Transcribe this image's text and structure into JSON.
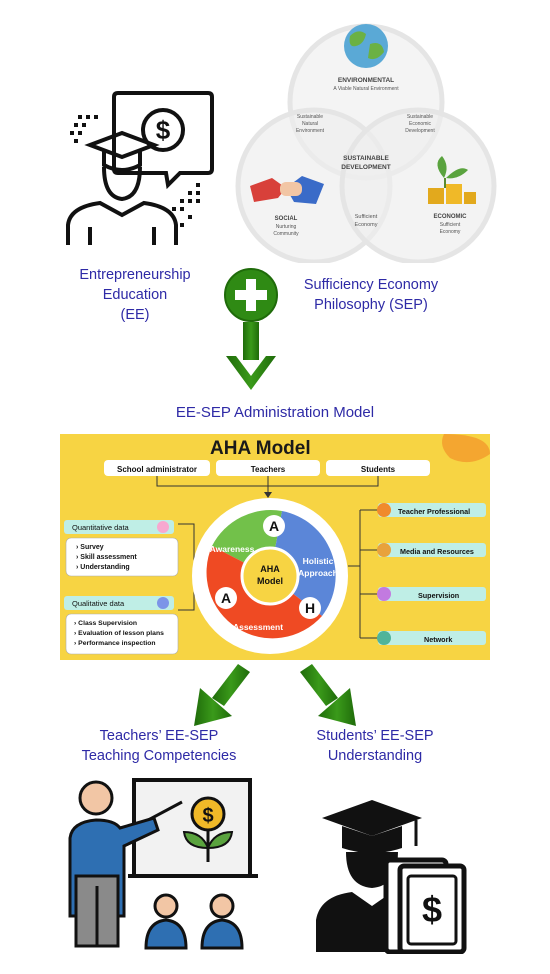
{
  "ee": {
    "label_line1": "Entrepreneurship",
    "label_line2": "Education",
    "label_line3": "(EE)"
  },
  "sep": {
    "label_line1": "Sufficiency Economy",
    "label_line2": "Philosophy (SEP)",
    "venn": {
      "environmental_title": "ENVIRONMENTAL",
      "environmental_sub": "A Viable Natural Environment",
      "social_title": "SOCIAL",
      "social_sub1": "Nurturing",
      "social_sub2": "Community",
      "economic_title": "ECONOMIC",
      "economic_sub1": "Sufficient",
      "economic_sub2": "Economy",
      "overlap_env_social_1": "Sustainable",
      "overlap_env_social_2": "Natural",
      "overlap_env_social_3": "Environment",
      "overlap_env_econ_1": "Sustainable",
      "overlap_env_econ_2": "Economic",
      "overlap_env_econ_3": "Development",
      "overlap_social_econ_1": "Sufficient",
      "overlap_social_econ_2": "Economy",
      "center_1": "SUSTAINABLE",
      "center_2": "DEVELOPMENT"
    }
  },
  "model_title": "EE-SEP Administration Model",
  "aha": {
    "title": "AHA Model",
    "stakeholders": [
      "School administrator",
      "Teachers",
      "Students"
    ],
    "quantitative_label": "Quantitative data",
    "quantitative_items": [
      "Survey",
      "Skill assessment",
      "Understanding"
    ],
    "qualitative_label": "Qualitative data",
    "qualitative_items": [
      "Class Supervision",
      "Evaluation of lesson plans",
      "Performance inspection"
    ],
    "center_line1": "AHA",
    "center_line2": "Model",
    "segments": {
      "awareness": "Awareness",
      "holistic_1": "Holistic",
      "holistic_2": "Approach",
      "assessment": "Assessment"
    },
    "segment_letters": [
      "A",
      "H",
      "A"
    ],
    "right_items": [
      "Teacher Professional",
      "Media and Resources",
      "Supervision",
      "Network"
    ]
  },
  "outcomes": {
    "teachers_line1": "Teachers’ EE-SEP",
    "teachers_line2": "Teaching Competencies",
    "students_line1": "Students’ EE-SEP",
    "students_line2": "Understanding"
  },
  "icons": {
    "plus": "plus-circle-icon",
    "arrow": "down-arrow-icon",
    "entrepreneur": "entrepreneur-icon",
    "teacher": "teacher-presentation-icon",
    "student": "graduate-student-icon"
  },
  "colors": {
    "label_blue": "#2e2aa6",
    "arrow_green": "#2f8a14",
    "aha_bg": "#f7d443",
    "awareness": "#72c14a",
    "holistic": "#5b86d8",
    "assessment": "#ef4a23",
    "teal": "#bfeee6"
  }
}
